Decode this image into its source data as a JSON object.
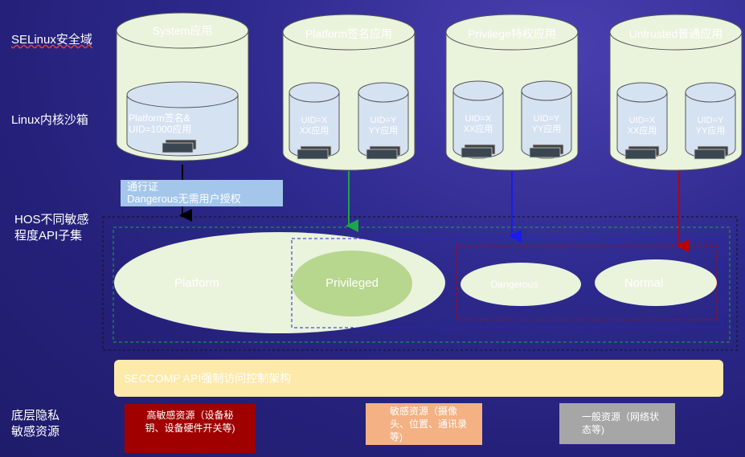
{
  "side_labels": {
    "selinux": "SELinux安全域",
    "sandbox": "Linux内核沙箱",
    "hos_api": "HOS不同敏感\n程度API子集",
    "resources": "底层隐私\n敏感资源"
  },
  "domains": [
    {
      "title": "System应用",
      "inner": [
        "Platform签名&\nUID=1000应用"
      ]
    },
    {
      "title": "Platform签名应用",
      "inner": [
        "UID=X\nXX应用",
        "UID=Y\nYY应用"
      ]
    },
    {
      "title": "Privilege特权应用",
      "inner": [
        "UID=X\nXX应用",
        "UID=Y\nYY应用"
      ]
    },
    {
      "title": "Untrusted普通应用",
      "inner": [
        "UID=X\nXX应用",
        "UID=Y\nYY应用"
      ]
    }
  ],
  "pass_box": {
    "line1": "通行证",
    "line2": "Dangerous无需用户授权"
  },
  "api_levels": {
    "platform": "Platform",
    "privileged": "Privileged",
    "dangerous": "Dangerous",
    "normal": "Normal"
  },
  "seccomp": "SECCOMP API强制访问控制架构",
  "resources": [
    {
      "label": "高敏感资源（设备秘钥、设备硬件开关等)",
      "color": "#a00000"
    },
    {
      "label": "敏感资源（摄像头、位置、通讯录等)",
      "color": "#f4b183"
    },
    {
      "label": "一般资源（网络状态等)",
      "color": "#a6a6a6"
    }
  ],
  "colors": {
    "cylinder": "#eaf3dc",
    "arrow_system": "#000000",
    "arrow_platform": "#1aa64a",
    "arrow_privilege": "#1a1aee",
    "arrow_untrusted": "#c00000"
  }
}
